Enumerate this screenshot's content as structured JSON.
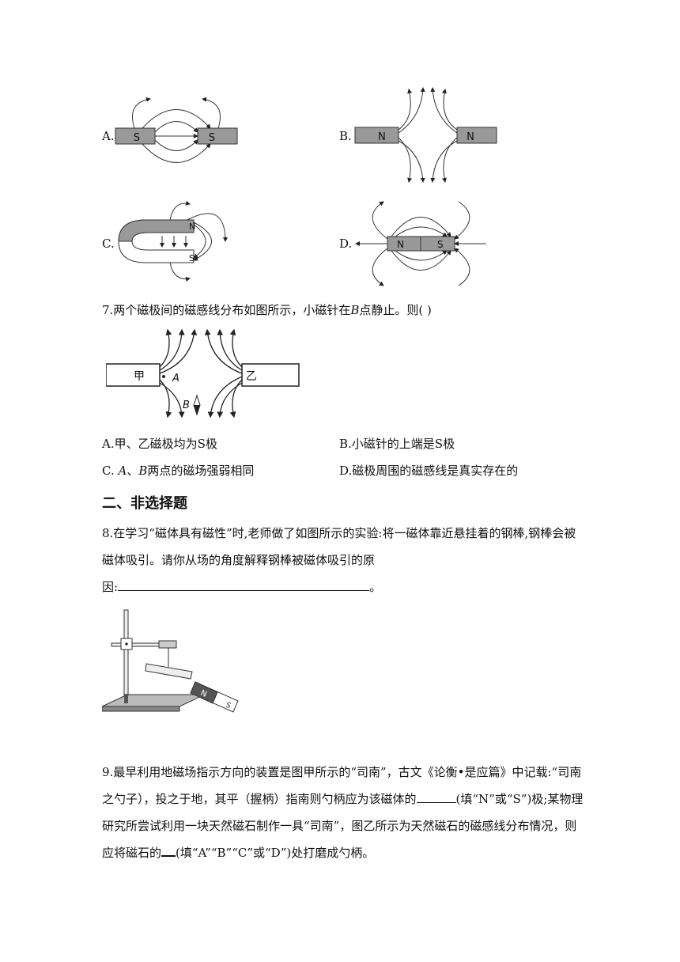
{
  "options_q6": [
    {
      "label": "A.",
      "left_pole": "S",
      "right_pole": "S"
    },
    {
      "label": "B.",
      "left_pole": "N",
      "right_pole": "N"
    },
    {
      "label": "C.",
      "top_pole": "N",
      "bottom_pole": "S"
    },
    {
      "label": "D.",
      "left_pole": "N",
      "right_pole": "S"
    }
  ],
  "q7": {
    "stem_prefix": "7.两个磁极间的磁感线分布如图所示，小磁针在",
    "stem_italic": "B",
    "stem_suffix": "点静止。则(      )",
    "fig_left": "甲",
    "fig_right": "乙",
    "fig_point_a": "A",
    "fig_point_b": "B",
    "opt_a": "A.甲、乙磁极均为S极",
    "opt_b": "B.小磁针的上端是S极",
    "opt_c_prefix": "C. ",
    "opt_c_a": "A",
    "opt_c_sep": "、",
    "opt_c_b": "B",
    "opt_c_suffix": "两点的磁场强弱相同",
    "opt_d": "D.磁极周围的磁感线是真实存在的"
  },
  "section2": "二、非选择题",
  "q8": {
    "line1": "8.在学习“磁体具有磁性”时,老师做了如图所示的实验:将一磁体靠近悬挂着的钢棒,钢棒会被",
    "line2": "磁体吸引。请你从场的角度解释钢棒被磁体吸引的原",
    "line3_prefix": "因:",
    "line3_suffix": "。",
    "magnet_n": "N",
    "magnet_s": "S"
  },
  "q9": {
    "line1": "9.最早利用地磁场指示方向的装置是图甲所示的“司南”，古文《论衡•是应篇》中记载:“司南",
    "line2_prefix": "之勺子），投之于地，其平（握柄）指南则勺柄应为该磁体的",
    "line2_suffix": "(填“N”或“S”)极;某物理",
    "line3": "研究所尝试利用一块天然磁石制作一具“司南”，图乙所示为天然磁石的磁感线分布情况，则",
    "line4_prefix": "应将磁石的",
    "line4_suffix": "(填“A”“B”“C”或“D”)处打磨成勺柄。"
  }
}
